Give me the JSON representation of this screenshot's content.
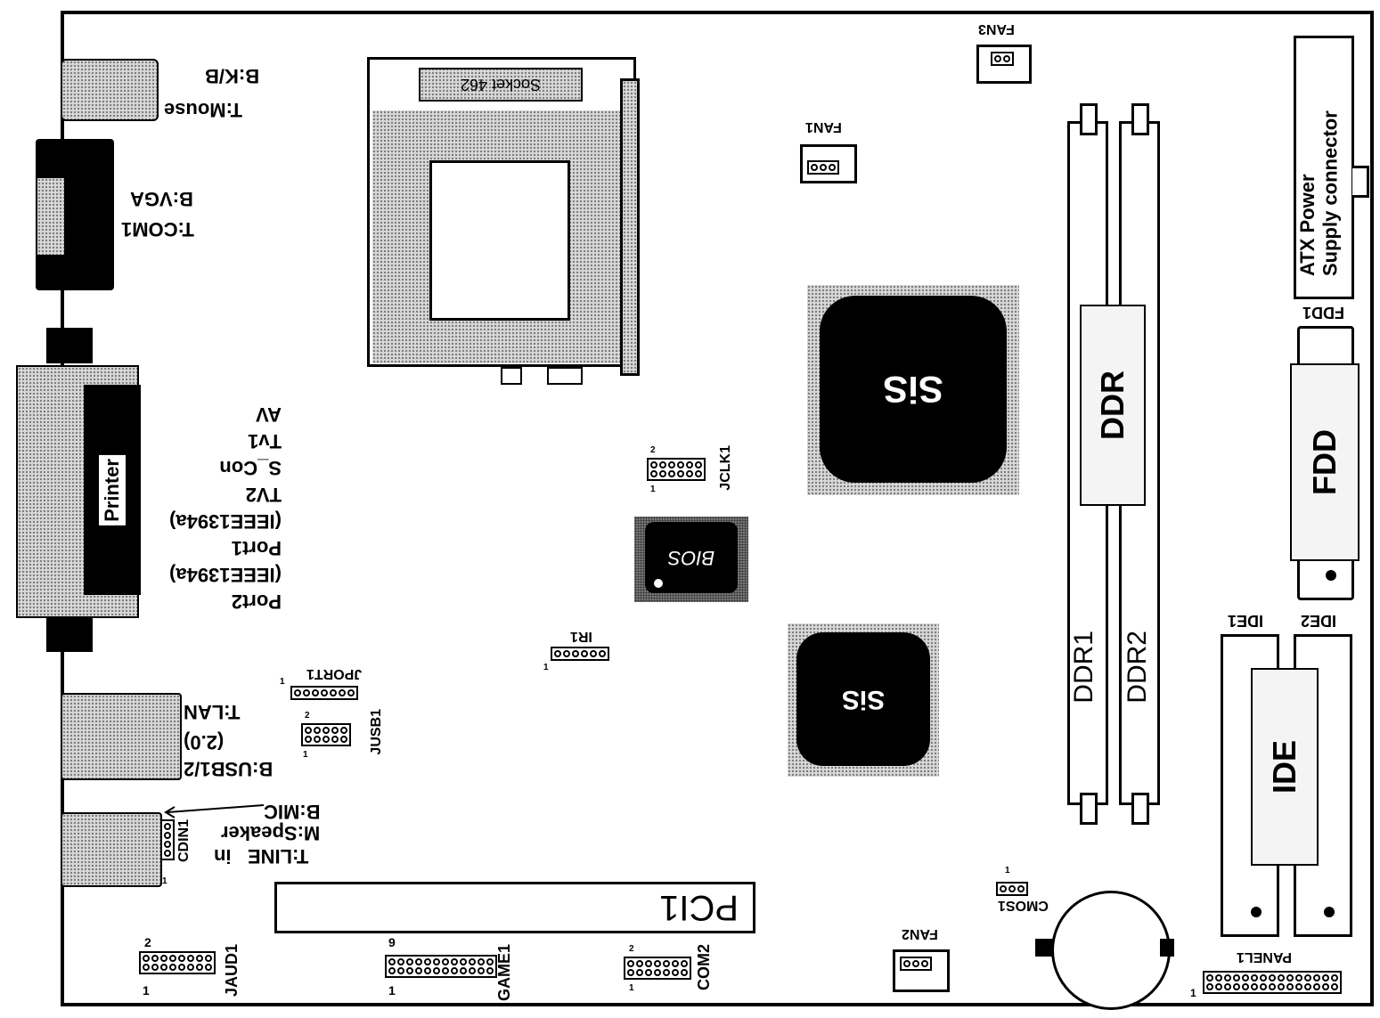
{
  "sockets": {
    "cpu": "Socket 462",
    "pci": "PCI1"
  },
  "chips": {
    "north": "SiS",
    "south": "SiS",
    "bios": "BIOS"
  },
  "memory": {
    "ddr": "DDR",
    "slot1": "DDR1",
    "slot2": "DDR2"
  },
  "storage": {
    "fdd": "FDD",
    "fdd_label": "FDD1",
    "ide": "IDE",
    "ide1": "IDE1",
    "ide2": "IDE2"
  },
  "power": {
    "line1": "ATX Power",
    "line2": "Supply connector"
  },
  "fans": {
    "fan1": "FAN1",
    "fan2": "FAN2",
    "fan3": "FAN3"
  },
  "headers": {
    "jclk": "JCLK1",
    "ir": "IR1",
    "jport": "JPORT1",
    "jusb": "JUSB1",
    "cdin": "CDIN1",
    "jaud": "JAUD1",
    "game": "GAME1",
    "com2": "COM2",
    "cmos": "CMOS1",
    "panel": "PANEL1"
  },
  "rear_io": {
    "mouse": "T:Mouse",
    "kb": "B:K/B",
    "com1": "T:COM1",
    "vga": "B:VGA",
    "printer": "Printer",
    "av_lines": [
      "AV",
      "Tv1",
      "S_Con",
      "TV2",
      "(IEEE1394a)",
      "Port1",
      "(IEEE1394a)",
      "Port2"
    ],
    "lan": "T:LAN",
    "usb2": "(2.0)",
    "usb": "B:USB1/2",
    "mic": "B:MIC",
    "speaker": "M:Speaker",
    "line": "T:LINE   in"
  },
  "pin_numbers": {
    "one": "1",
    "two": "2",
    "nine": "9"
  }
}
